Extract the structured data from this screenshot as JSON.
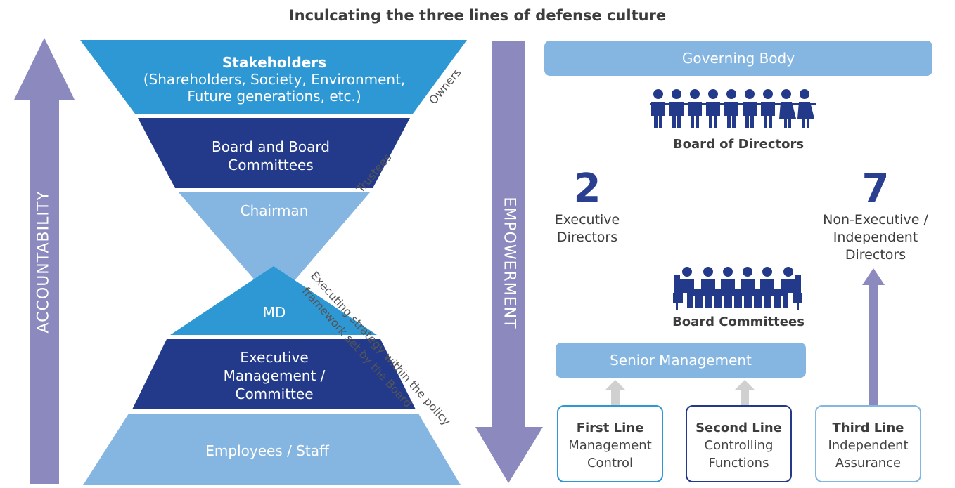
{
  "title": "Inculcating the three lines of defense culture",
  "left_arrow": {
    "label": "ACCOUNTABILITY"
  },
  "center_arrow": {
    "label": "EMPOWERMENT"
  },
  "hourglass": {
    "stakeholders": {
      "title": "Stakeholders",
      "detail": "(Shareholders, Society, Environment, Future generations, etc.)"
    },
    "board": {
      "line1": "Board and Board",
      "line2": "Committees"
    },
    "chairman": "Chairman",
    "md": "MD",
    "exec": {
      "line1": "Executive",
      "line2": "Management /",
      "line3": "Committee"
    },
    "employees": "Employees / Staff"
  },
  "side_labels": {
    "owners": "Owners",
    "trustees": "Trustees",
    "executing_line1": "Executing strategy within the policy",
    "executing_line2": "framework set by the Board"
  },
  "governing_body": "Governing Body",
  "board_of_directors": "Board of Directors",
  "executive_directors": {
    "count": "2",
    "line1": "Executive",
    "line2": "Directors"
  },
  "non_executive_directors": {
    "count": "7",
    "line1": "Non-Executive /",
    "line2": "Independent",
    "line3": "Directors"
  },
  "board_committees": "Board Committees",
  "senior_management": "Senior Management",
  "lines": [
    {
      "title": "First Line",
      "line1": "Management",
      "line2": "Control"
    },
    {
      "title": "Second Line",
      "line1": "Controlling",
      "line2": "Functions"
    },
    {
      "title": "Third Line",
      "line1": "Independent",
      "line2": "Assurance"
    }
  ],
  "colors": {
    "purple": "#8b89bd",
    "blue_bright": "#2e98d5",
    "blue_dark": "#233a8b",
    "blue_light": "#85b6e2",
    "gray_arrow": "#d0d0d0"
  }
}
